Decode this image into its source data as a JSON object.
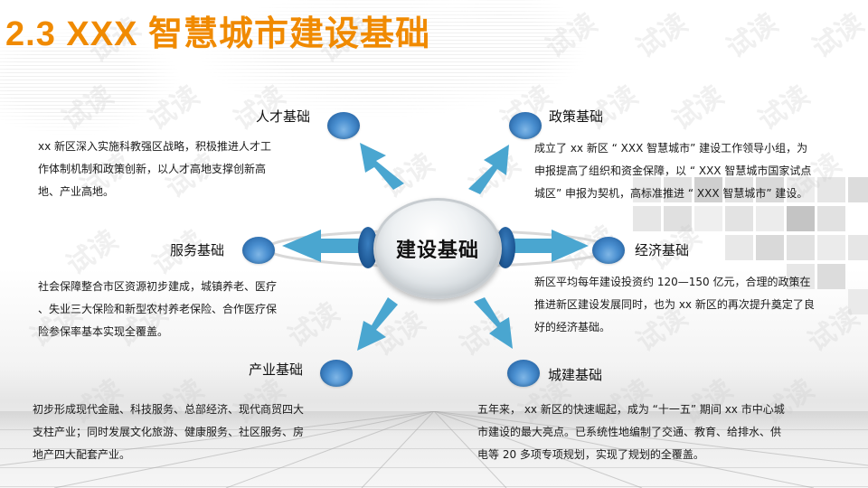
{
  "title": "2.3  XXX 智慧城市建设基础",
  "watermark": "试读",
  "hub": {
    "label": "建设基础"
  },
  "nodes": [
    {
      "id": "talent",
      "label": "人才基础",
      "desc": [
        "xx 新区深入实施科教强区战略，积极推进人才工",
        "作体制机制和政策创新，以人才高地支撑创新高",
        "地、产业高地。"
      ]
    },
    {
      "id": "policy",
      "label": "政策基础",
      "desc": [
        "成立了 xx 新区 “ XXX 智慧城市” 建设工作领导小组，为",
        "申报提高了组织和资金保障，以 “ XXX 智慧城市国家试点",
        "城区” 申报为契机，高标准推进 “ XXX 智慧城市” 建设。"
      ]
    },
    {
      "id": "service",
      "label": "服务基础",
      "desc": [
        "社会保障整合市区资源初步建成，城镇养老、医疗",
        "、失业三大保险和新型农村养老保险、合作医疗保",
        "险参保率基本实现全覆盖。"
      ]
    },
    {
      "id": "economy",
      "label": "经济基础",
      "desc": [
        "新区平均每年建设投资约 120—150 亿元，合理的政策在",
        "推进新区建设发展同时，也为 xx 新区的再次提升奠定了良",
        "好的经济基础。"
      ]
    },
    {
      "id": "industry",
      "label": "产业基础",
      "desc": [
        "初步形成现代金融、科技服务、总部经济、现代商贸四大",
        "支柱产业；同时发展文化旅游、健康服务、社区服务、房",
        "地产四大配套产业。"
      ]
    },
    {
      "id": "construction",
      "label": "城建基础",
      "desc": [
        "五年来， xx 新区的快速崛起，成为 “十一五” 期间 xx 市中心城",
        "市建设的最大亮点。已系统性地编制了交通、教育、给排水、供",
        "电等 20 多项专项规划，实现了规划的全覆盖。"
      ]
    }
  ],
  "colors": {
    "title": "#f08a00",
    "arrow": "#4aa6d0",
    "orb": "#4a8fd0",
    "hub_ear": "#1f5a98"
  }
}
